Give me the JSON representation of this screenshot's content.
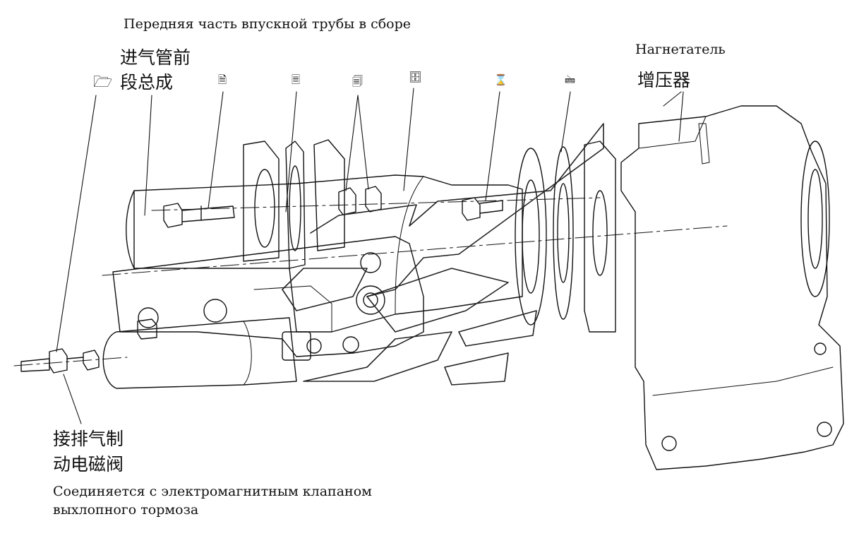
{
  "labels": {
    "intake_front_ru": "Передняя часть впускной трубы в сборе",
    "intake_front_cn_1": "进气管前",
    "intake_front_cn_2": "段总成",
    "supercharger_ru": "Нагнетатель",
    "supercharger_cn": "增压器",
    "exhaust_brake_cn_1": "接排气制",
    "exhaust_brake_cn_2": "动电磁阀",
    "exhaust_brake_ru_1": "Соединяется с электромагнитным клапаном",
    "exhaust_brake_ru_2": "выхлопного тормоза"
  },
  "icons": {
    "folder": "🗁",
    "document": "🗎",
    "page": "🗏",
    "pages": "🗐",
    "cabinet": "🗄",
    "hourglass": "⌛",
    "keyboard": "🖮"
  },
  "colors": {
    "line": "#111111",
    "watermark": "#222222",
    "background": "#ffffff"
  }
}
